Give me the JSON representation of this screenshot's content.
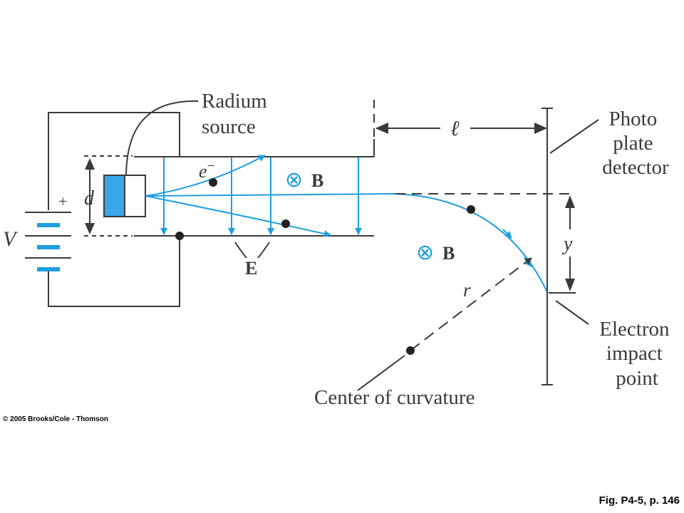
{
  "labels": {
    "radium_source": [
      "Radium",
      "source"
    ],
    "photo_plate_detector": [
      "Photo",
      "plate",
      "detector"
    ],
    "electron_impact_point": [
      "Electron",
      "impact",
      "point"
    ],
    "center_of_curvature": "Center of curvature",
    "ell": "ℓ",
    "d": "d",
    "V": "V",
    "plus": "+",
    "y": "y",
    "r": "r",
    "E": "E",
    "B": "B",
    "otimes": "⊗",
    "electron": "e",
    "electron_sign": "−"
  },
  "footer": {
    "copyright": "© 2005 Brooks/Cole - Thomson",
    "figure_ref": "Fig. P4-5, p. 146"
  },
  "colors": {
    "trajectory": "#1e9ee0",
    "line": "#3a3a3a",
    "battery_plate": "#1e9ee0",
    "source_fill": "#3aa6e8"
  }
}
